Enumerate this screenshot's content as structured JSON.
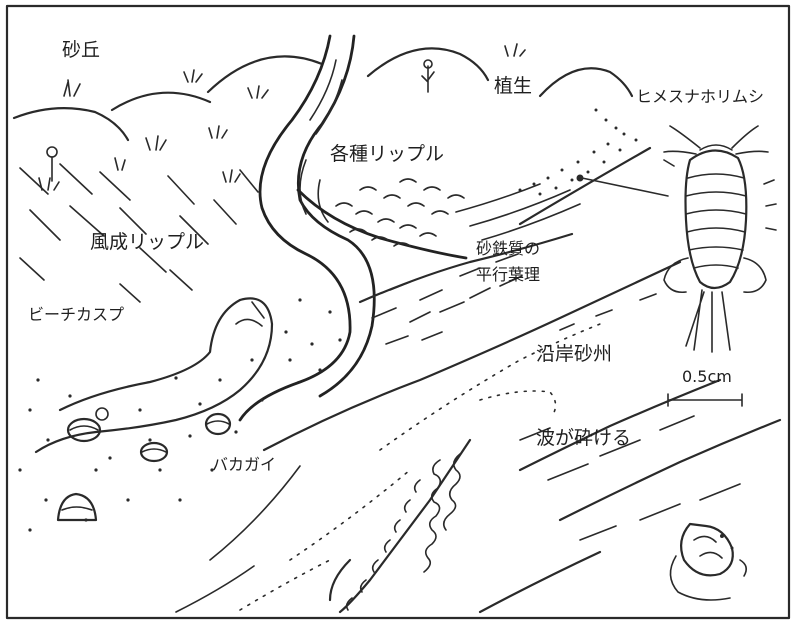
{
  "labels": {
    "dune": "砂丘",
    "vegetation": "植生",
    "isopod": "ヒメスナホリムシ",
    "ripples": "各種リップル",
    "wind_ripples": "風成リップル",
    "iron_sand_line1": "砂鉄質の",
    "iron_sand_line2": "平行葉理",
    "beach_cusp": "ビーチカスプ",
    "longshore_bar": "沿岸砂州",
    "scale": "0.5cm",
    "breaking_waves": "波が砕ける",
    "clam": "バカガイ"
  },
  "colors": {
    "ink": "#2a2a2a",
    "paper": "#ffffff"
  }
}
